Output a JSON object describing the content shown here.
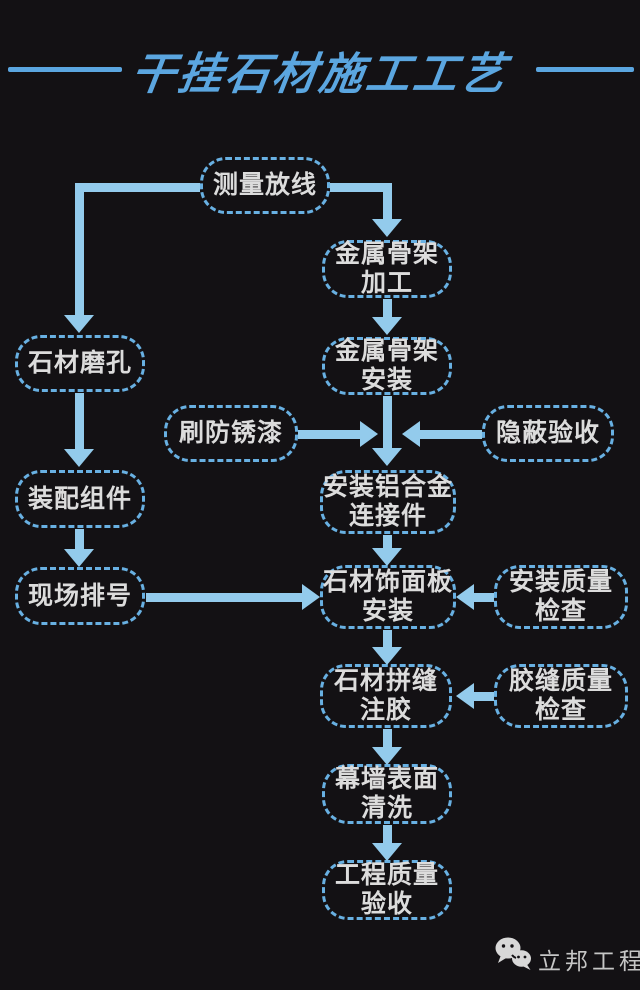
{
  "theme": {
    "background": "#131114",
    "arrow_color": "#93cbec",
    "box_border_color": "#68b0e2",
    "box_text_color": "#dcdcdc",
    "title_color": "#5ba6e0",
    "footer_text_color": "#c6c6c6"
  },
  "header": {
    "title": "干挂石材施工工艺"
  },
  "flow": {
    "nodes": {
      "survey": {
        "lines": [
          "测量放线"
        ]
      },
      "frame_fab": {
        "lines": [
          "金属骨架",
          "加工"
        ]
      },
      "stone_drilling": {
        "lines": [
          "石材磨孔"
        ]
      },
      "frame_install": {
        "lines": [
          "金属骨架",
          "安装"
        ]
      },
      "rust_paint": {
        "lines": [
          "刷防锈漆"
        ]
      },
      "concealed_check": {
        "lines": [
          "隐蔽验收"
        ]
      },
      "assemble_parts": {
        "lines": [
          "装配组件"
        ]
      },
      "alu_connector": {
        "lines": [
          "安装铝合金",
          "连接件"
        ]
      },
      "site_numbering": {
        "lines": [
          "现场排号"
        ]
      },
      "stone_panel": {
        "lines": [
          "石材饰面板",
          "安装"
        ]
      },
      "install_qc": {
        "lines": [
          "安装质量",
          "检查"
        ]
      },
      "joint_sealing": {
        "lines": [
          "石材拼缝",
          "注胶"
        ]
      },
      "sealant_qc": {
        "lines": [
          "胶缝质量",
          "检查"
        ]
      },
      "wall_cleaning": {
        "lines": [
          "幕墙表面",
          "清洗"
        ]
      },
      "acceptance": {
        "lines": [
          "工程质量",
          "验收"
        ]
      }
    }
  },
  "footer": {
    "brand": "立邦工程"
  }
}
